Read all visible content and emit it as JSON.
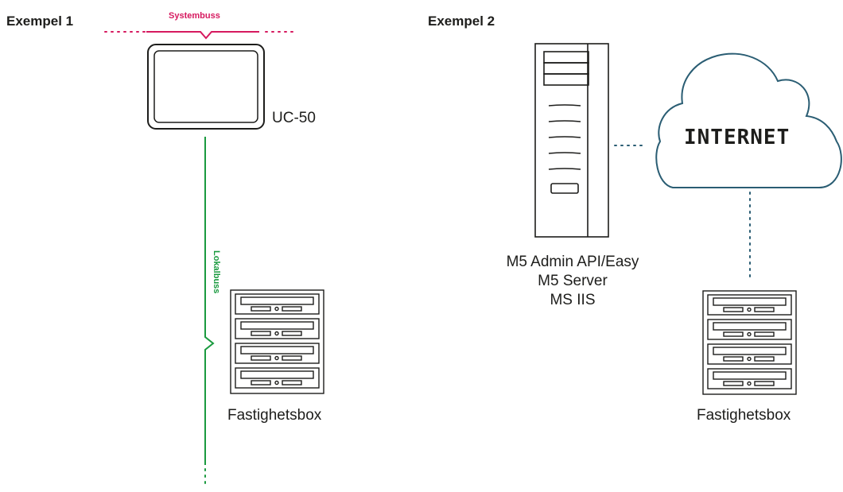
{
  "example1": {
    "heading": "Exempel 1",
    "systembus_label": "Systembuss",
    "controller_label": "UC-50",
    "localbus_label": "Lokalbuss",
    "box_label": "Fastighetsbox"
  },
  "example2": {
    "heading": "Exempel 2",
    "server_lines": [
      "M5 Admin API/Easy",
      "M5 Server",
      "MS IIS"
    ],
    "cloud_label": "INTERNET",
    "box_label": "Fastighetsbox"
  },
  "colors": {
    "systembus": "#d6195f",
    "localbus": "#1a9a3f",
    "device_stroke": "#1d1d1b",
    "connector_dots": "#2a5d73"
  },
  "icons": {
    "controller": "touch-panel-icon",
    "server": "tower-server-icon",
    "cloud": "cloud-icon",
    "property_box": "rack-unit-icon"
  }
}
